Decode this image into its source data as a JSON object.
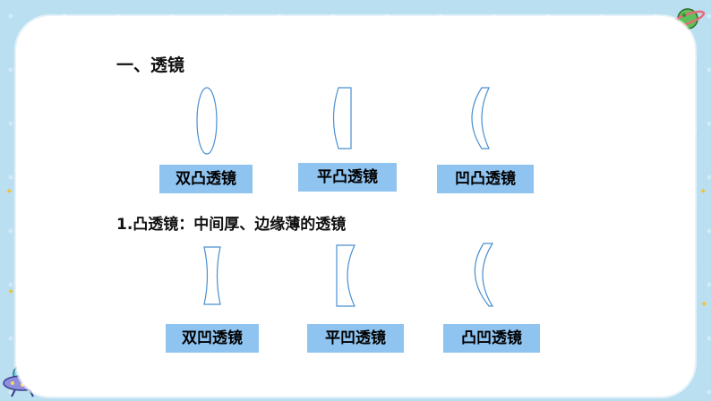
{
  "section_title": "一、透镜",
  "convex_definition": "1.凸透镜：中间厚、边缘薄的透镜",
  "labels": {
    "biconvex": "双凸透镜",
    "plano_convex": "平凸透镜",
    "concavo_convex": "凹凸透镜",
    "biconcave": "双凹透镜",
    "plano_concave": "平凹透镜",
    "convexo_concave": "凸凹透镜"
  },
  "colors": {
    "background": "#b9dff0",
    "label_bg": "#8fc3f0",
    "lens_stroke": "#4a8fd0"
  },
  "icons": [
    "planet-icon",
    "ufo-icon",
    "star-icon"
  ]
}
